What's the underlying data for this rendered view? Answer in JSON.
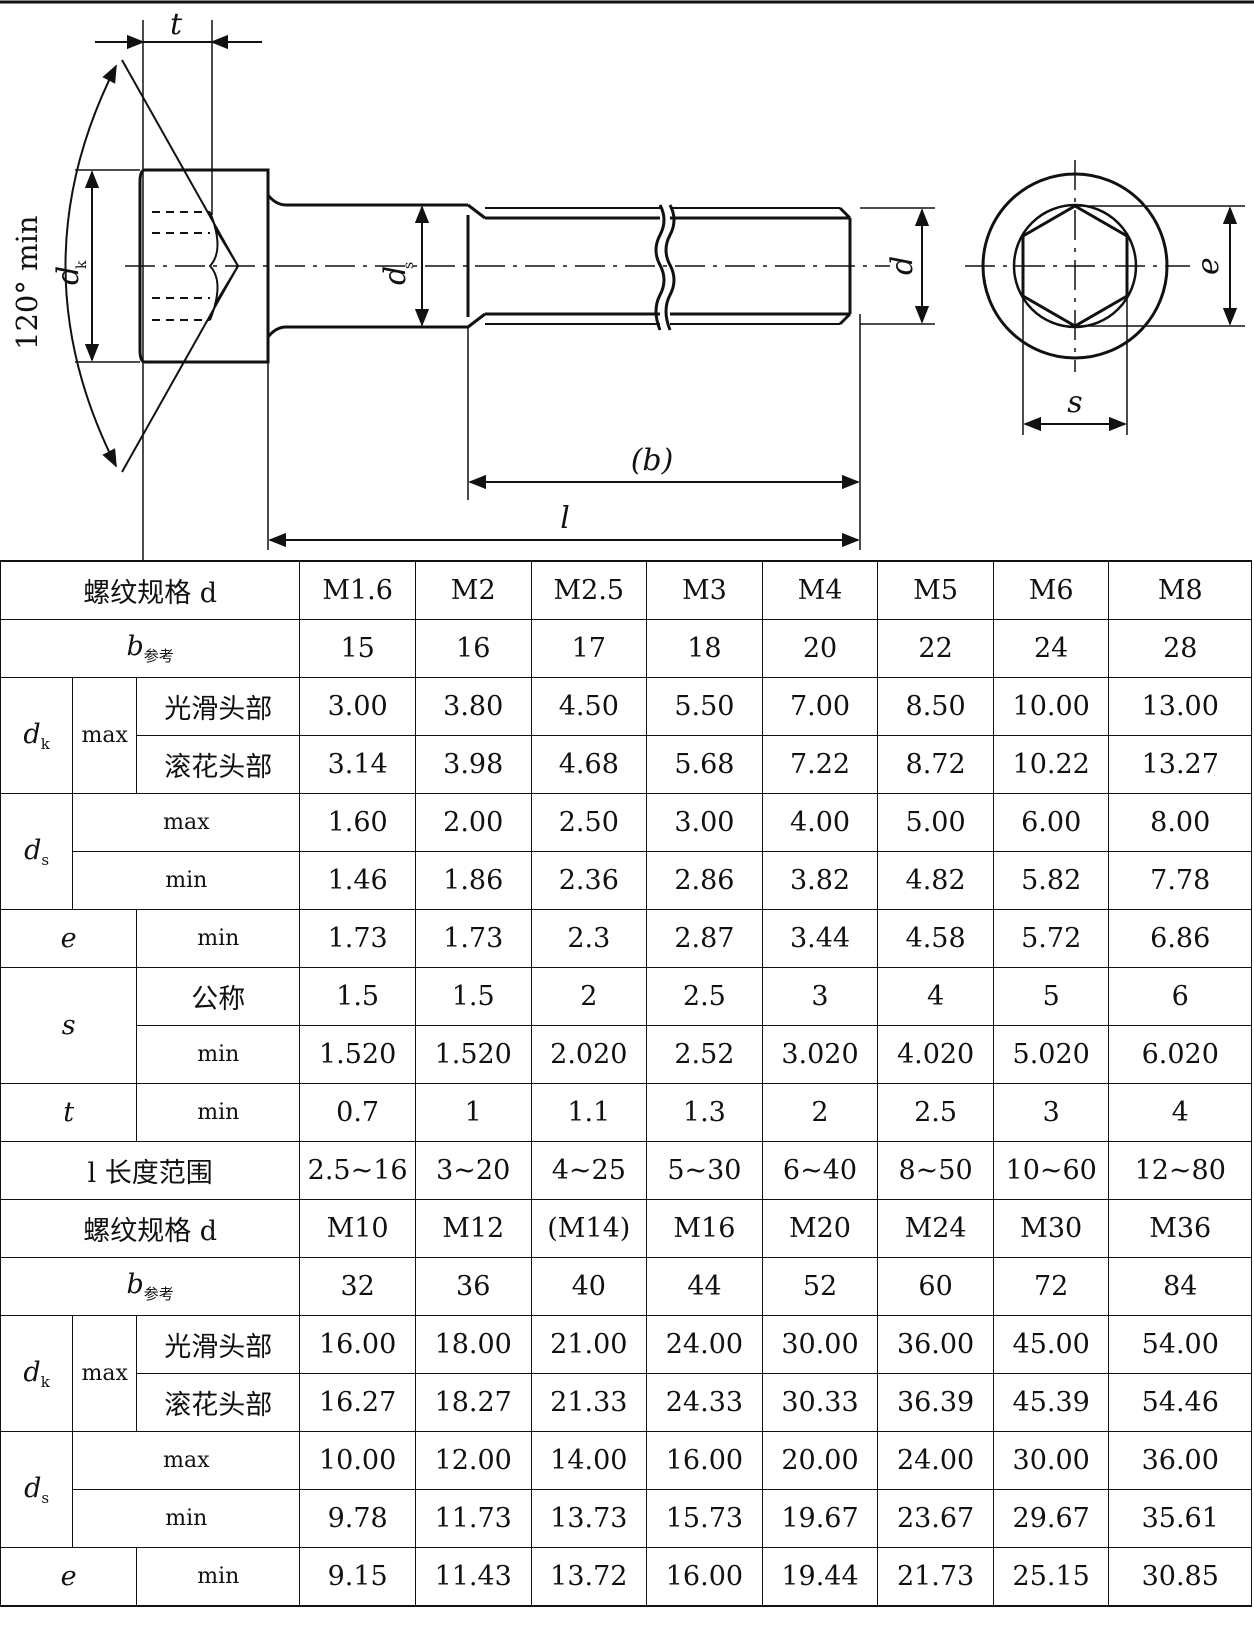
{
  "drawing": {
    "labels": {
      "t": "t",
      "angle": "120° min",
      "dk": "d",
      "dk_sub": "k",
      "ds": "d",
      "ds_sub": "s",
      "d": "d",
      "b": "(b)",
      "l": "l",
      "e": "e",
      "s": "s"
    }
  },
  "table": {
    "labels": {
      "thread_spec": "螺纹规格 d",
      "b": "b",
      "b_sub": "参考",
      "d": "d",
      "k": "k",
      "s_sub": "s",
      "max": "max",
      "min": "min",
      "smooth_head": "光滑头部",
      "knurled_head": "滚花头部",
      "e": "e",
      "s": "s",
      "nominal": "公称",
      "t": "t",
      "length_range": "l 长度范围"
    },
    "blocks": [
      {
        "sizes": [
          "M1.6",
          "M2",
          "M2.5",
          "M3",
          "M4",
          "M5",
          "M6",
          "M8"
        ],
        "b_ref": [
          "15",
          "16",
          "17",
          "18",
          "20",
          "22",
          "24",
          "28"
        ],
        "dk_smooth_max": [
          "3.00",
          "3.80",
          "4.50",
          "5.50",
          "7.00",
          "8.50",
          "10.00",
          "13.00"
        ],
        "dk_knurled_max": [
          "3.14",
          "3.98",
          "4.68",
          "5.68",
          "7.22",
          "8.72",
          "10.22",
          "13.27"
        ],
        "ds_max": [
          "1.60",
          "2.00",
          "2.50",
          "3.00",
          "4.00",
          "5.00",
          "6.00",
          "8.00"
        ],
        "ds_min": [
          "1.46",
          "1.86",
          "2.36",
          "2.86",
          "3.82",
          "4.82",
          "5.82",
          "7.78"
        ],
        "e_min": [
          "1.73",
          "1.73",
          "2.3",
          "2.87",
          "3.44",
          "4.58",
          "5.72",
          "6.86"
        ],
        "s_nominal": [
          "1.5",
          "1.5",
          "2",
          "2.5",
          "3",
          "4",
          "5",
          "6"
        ],
        "s_min": [
          "1.520",
          "1.520",
          "2.020",
          "2.52",
          "3.020",
          "4.020",
          "5.020",
          "6.020"
        ],
        "t_min": [
          "0.7",
          "1",
          "1.1",
          "1.3",
          "2",
          "2.5",
          "3",
          "4"
        ],
        "l_range": [
          "2.5~16",
          "3~20",
          "4~25",
          "5~30",
          "6~40",
          "8~50",
          "10~60",
          "12~80"
        ]
      },
      {
        "sizes": [
          "M10",
          "M12",
          "(M14)",
          "M16",
          "M20",
          "M24",
          "M30",
          "M36"
        ],
        "b_ref": [
          "32",
          "36",
          "40",
          "44",
          "52",
          "60",
          "72",
          "84"
        ],
        "dk_smooth_max": [
          "16.00",
          "18.00",
          "21.00",
          "24.00",
          "30.00",
          "36.00",
          "45.00",
          "54.00"
        ],
        "dk_knurled_max": [
          "16.27",
          "18.27",
          "21.33",
          "24.33",
          "30.33",
          "36.39",
          "45.39",
          "54.46"
        ],
        "ds_max": [
          "10.00",
          "12.00",
          "14.00",
          "16.00",
          "20.00",
          "24.00",
          "30.00",
          "36.00"
        ],
        "ds_min": [
          "9.78",
          "11.73",
          "13.73",
          "15.73",
          "19.67",
          "23.67",
          "29.67",
          "35.61"
        ],
        "e_min": [
          "9.15",
          "11.43",
          "13.72",
          "16.00",
          "19.44",
          "21.73",
          "25.15",
          "30.85"
        ]
      }
    ]
  }
}
